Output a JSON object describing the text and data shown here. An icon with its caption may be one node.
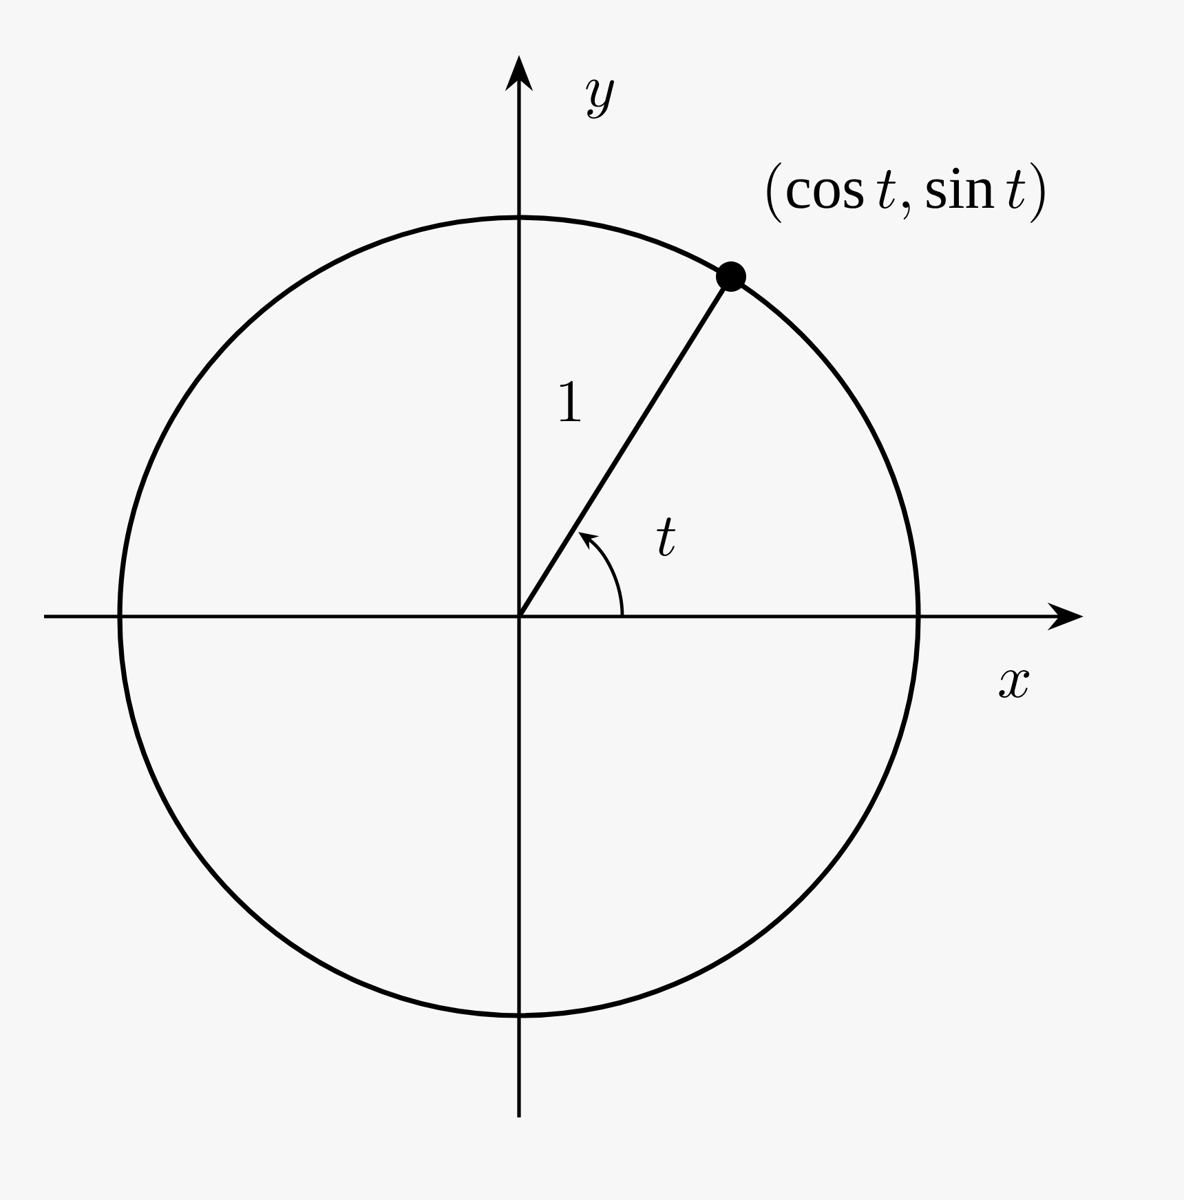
{
  "diagram": {
    "labels": [
      "y",
      "(\\cos t,\\sin t)",
      "1",
      "t",
      "x"
    ]
  }
}
